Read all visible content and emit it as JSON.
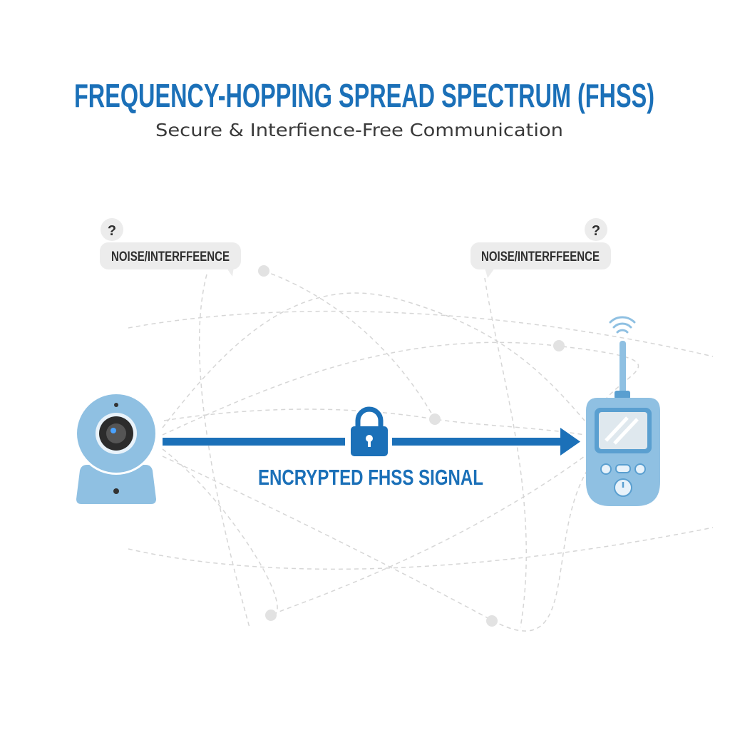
{
  "header": {
    "title": "FREQUENCY-HOPPING SPREAD SPECTRUM (FHSS)",
    "subtitle": "Secure & Interfience-Free Communication"
  },
  "noise_left": {
    "mark": "?",
    "label": "NOISE/INTERFFEENCE"
  },
  "noise_right": {
    "mark": "?",
    "label": "NOISE/INTERFFEENCE"
  },
  "signal": {
    "label": "ENCRYPTED FHSS SIGNAL"
  },
  "colors": {
    "accent": "#1b70b8",
    "device": "#8fc0e2",
    "device_dark": "#5a9fd0"
  },
  "icons": [
    "camera-icon",
    "lock-icon",
    "handheld-receiver-icon",
    "wifi-icon"
  ]
}
